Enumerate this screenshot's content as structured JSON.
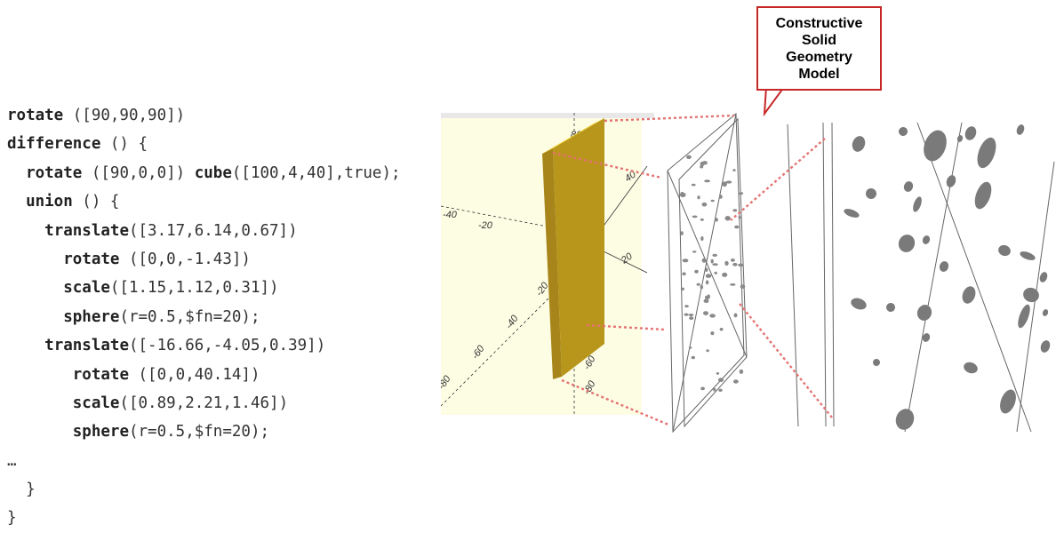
{
  "code": {
    "lines": [
      {
        "indent": "",
        "keyword": "rotate",
        "rest": " ([90,90,90])"
      },
      {
        "indent": "",
        "keyword": "difference",
        "rest": " () {"
      },
      {
        "indent": "  ",
        "keyword": "rotate",
        "rest": " ([90,0,0]) ",
        "keyword2": "cube",
        "rest2": "([100,4,40],true);"
      },
      {
        "indent": "  ",
        "keyword": "union",
        "rest": " () {"
      },
      {
        "indent": "    ",
        "keyword": "translate",
        "rest": "([3.17,6.14,0.67])"
      },
      {
        "indent": "      ",
        "keyword": "rotate",
        "rest": " ([0,0,-1.43])"
      },
      {
        "indent": "      ",
        "keyword": "scale",
        "rest": "([1.15,1.12,0.31])"
      },
      {
        "indent": "      ",
        "keyword": "sphere",
        "rest": "(r=0.5,$fn=20);"
      },
      {
        "indent": "    ",
        "keyword": "translate",
        "rest": "([-16.66,-4.05,0.39])"
      },
      {
        "indent": "       ",
        "keyword": "rotate",
        "rest": " ([0,0,40.14])"
      },
      {
        "indent": "       ",
        "keyword": "scale",
        "rest": "([0.89,2.21,1.46])"
      },
      {
        "indent": "       ",
        "keyword": "sphere",
        "rest": "(r=0.5,$fn=20);"
      },
      {
        "indent": "",
        "keyword": "",
        "rest": "…"
      },
      {
        "indent": "  ",
        "keyword": "",
        "rest": "}"
      },
      {
        "indent": "",
        "keyword": "",
        "rest": "}"
      }
    ]
  },
  "callout": {
    "lines": [
      "Constructive",
      "Solid",
      "Geometry",
      "Model"
    ]
  },
  "viewer": {
    "axis_labels": [
      "-80",
      "-60",
      "-40",
      "-20",
      "20",
      "40",
      "60",
      "80",
      "-40",
      "-20",
      "20",
      "40",
      "-20",
      "-40",
      "-60",
      "-80"
    ]
  },
  "colors": {
    "accent_red": "#c62828",
    "dotted_red": "#e57373",
    "slab_gold": "#b8961c",
    "slab_top": "#f2cf2a",
    "viewer_bg": "#fdfde4",
    "particle_gray": "#7a7a7a"
  }
}
